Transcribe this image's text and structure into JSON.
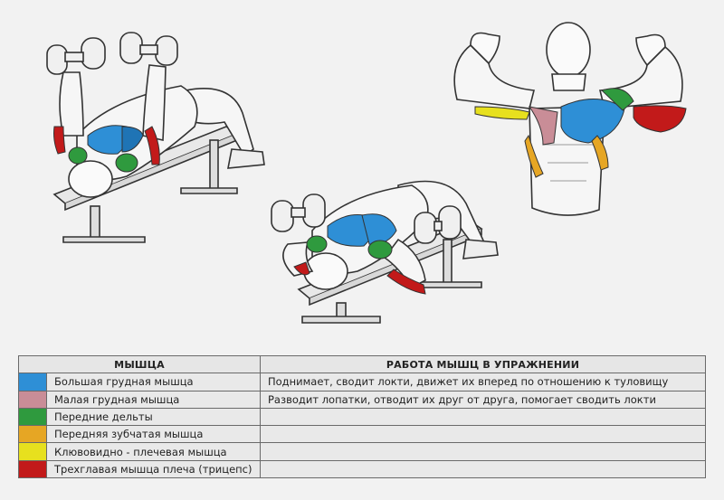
{
  "colors": {
    "pectoralis_major": "#2e8fd6",
    "pectoralis_minor": "#c98d97",
    "anterior_deltoid": "#2f9a3e",
    "serratus_anterior": "#e6a624",
    "coracobrachialis": "#e7e01e",
    "triceps": "#c21a1a"
  },
  "table": {
    "header_muscle": "МЫШЦА",
    "header_work": "РАБОТА МЫШЦ В УПРАЖНЕНИИ",
    "rows": [
      {
        "color": "#2e8fd6",
        "muscle": "Большая грудная мышца",
        "work": "Поднимает, сводит локти, движет их вперед по отношению к туловищу"
      },
      {
        "color": "#c98d97",
        "muscle": "Малая грудная мышца",
        "work": "Разводит лопатки, отводит их друг от друга, помогает сводить локти"
      },
      {
        "color": "#2f9a3e",
        "muscle": "Передние дельты",
        "work": ""
      },
      {
        "color": "#e6a624",
        "muscle": "Передняя зубчатая мышца",
        "work": ""
      },
      {
        "color": "#e7e01e",
        "muscle": "Клювовидно - плечевая мышца",
        "work": ""
      },
      {
        "color": "#c21a1a",
        "muscle": "Трехглавая мышца плеча (трицепс)",
        "work": ""
      }
    ]
  }
}
